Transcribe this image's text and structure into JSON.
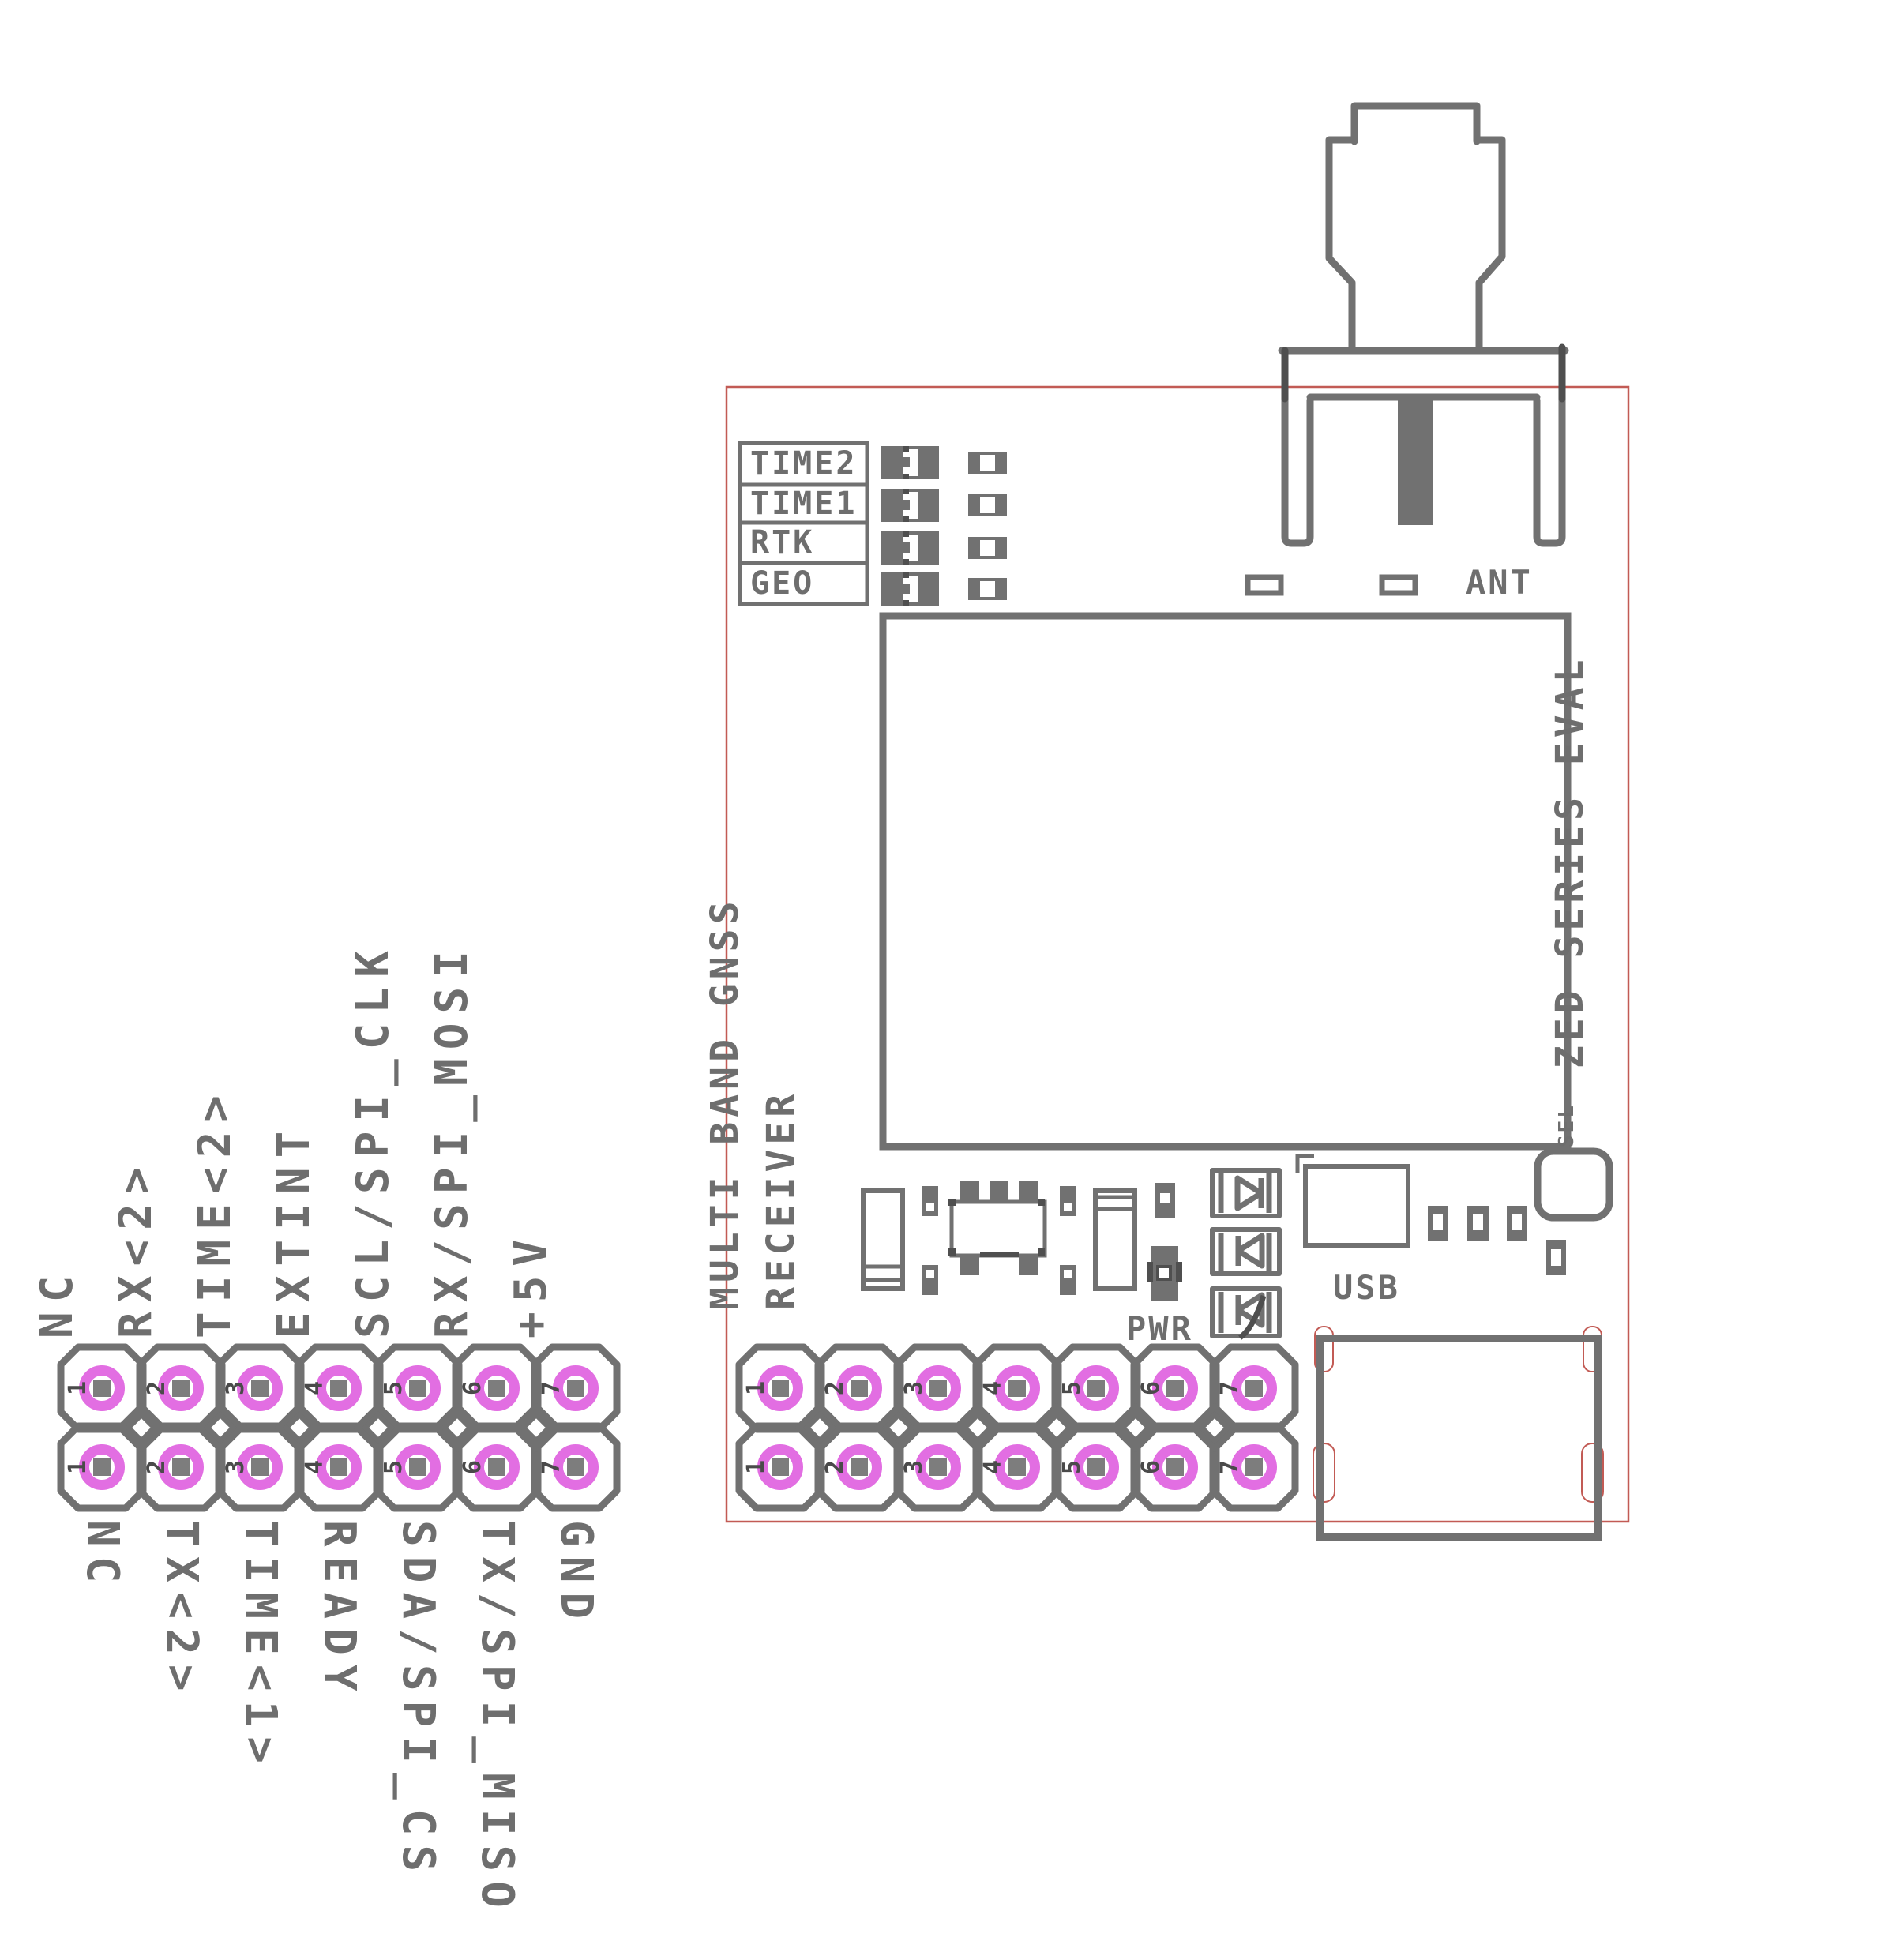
{
  "diagram": {
    "description": "PCB footprint / pinout diagram of a multi band GNSS receiver evaluation board with SMA antenna, USB connector and 2x7 pin headers"
  },
  "colors": {
    "background": "#ffffff",
    "silkscreen_gray": "#6e6e6e",
    "outline_gray": "#717171",
    "overlap_dark": "#4f4f4f",
    "pad_ring_pink": "#e26ee2",
    "pad_square_gray": "#7d7d7d",
    "pin_number_gray": "#4a4a4a",
    "board_edge_pink": "#c25b55"
  },
  "external_header": {
    "top_labels": [
      "NC",
      "RX<2>",
      "TIME<2>",
      "EXTINT",
      "SCL/SPI_CLK",
      "RX/SPI_MOSI",
      "+5V"
    ],
    "bottom_labels": [
      "NC",
      "TX<2>",
      "TIME<1>",
      "READY",
      "SDA/SPI_CS",
      "TX/SPI_MISO",
      "GND"
    ],
    "row1_pin_numbers": [
      "1",
      "2",
      "3",
      "4",
      "5",
      "6",
      "7"
    ],
    "row2_pin_numbers": [
      "1",
      "2",
      "3",
      "4",
      "5",
      "6",
      "7"
    ]
  },
  "board": {
    "led_indicator_labels": [
      "TIME2",
      "TIME1",
      "RTK",
      "GEO"
    ],
    "antenna_label": "ANT",
    "silkscreen_title_line1": "MULTI BAND GNSS",
    "silkscreen_title_line2": "RECEIVER",
    "module_side_label": "ZED SERIES EVAL",
    "sel_button_label": "SEL",
    "usb_label": "USB",
    "pwr_label": "PWR",
    "header_row1_pin_numbers": [
      "1",
      "2",
      "3",
      "4",
      "5",
      "6",
      "7"
    ],
    "header_row2_pin_numbers": [
      "1",
      "2",
      "3",
      "4",
      "5",
      "6",
      "7"
    ]
  }
}
